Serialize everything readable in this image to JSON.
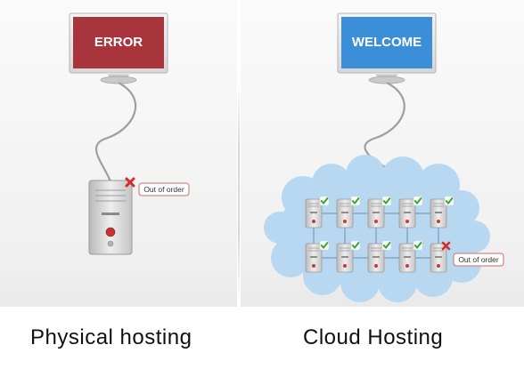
{
  "physical": {
    "screen_text": "ERROR",
    "callout": "Out of order",
    "caption": "Physical hosting",
    "screen_color": "#a8353b"
  },
  "cloud": {
    "screen_text": "WELCOME",
    "callout": "Out of order",
    "caption": "Cloud Hosting",
    "screen_color": "#3a8fd8",
    "cloud_color": "#b8d8f2",
    "ok_icon": "green-check-icon",
    "fail_icon": "red-x-icon"
  }
}
